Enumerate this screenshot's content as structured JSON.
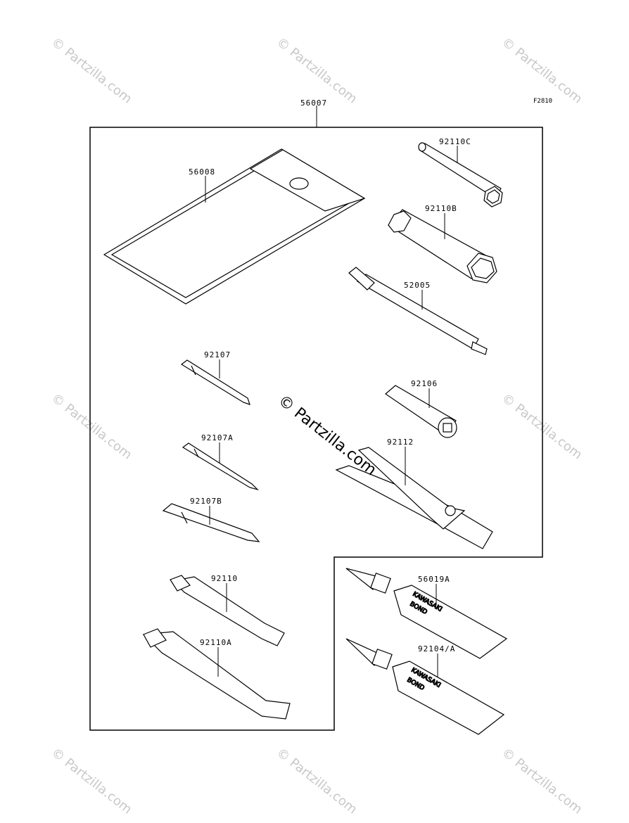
{
  "figure_code": "F2810",
  "watermark": "© Partzilla.com",
  "center_watermark": "© Partzilla.com",
  "tube_brand": "KAWASAKI",
  "tube_text": "BOND",
  "parts": {
    "set": "56007",
    "pouch": "56008",
    "wrench_92110c": "92110C",
    "wrench_92110b": "92110B",
    "handle": "52005",
    "screwdriver": "92107",
    "bit_a": "92107A",
    "bit_b": "92107B",
    "socket": "92106",
    "pliers": "92112",
    "spanner": "92110",
    "spanner_a": "92110A",
    "bond_a": "56019A",
    "bond_b": "92104/A"
  }
}
